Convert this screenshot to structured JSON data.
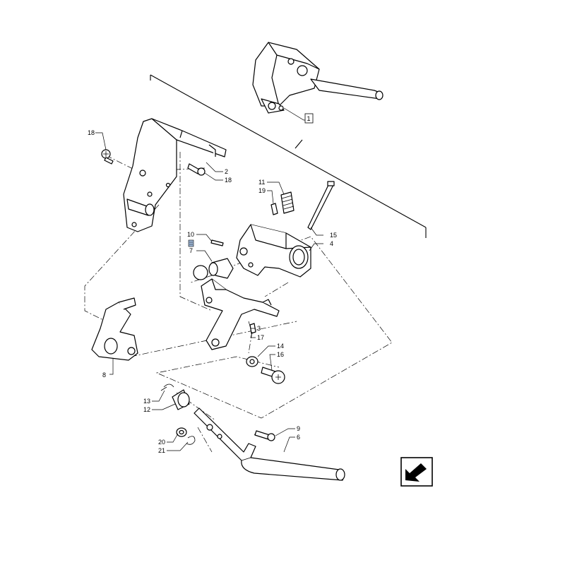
{
  "diagram": {
    "callouts": [
      {
        "id": "c1",
        "text": "1",
        "boxed": true
      },
      {
        "id": "c2",
        "text": "2"
      },
      {
        "id": "c3",
        "text": "3"
      },
      {
        "id": "c4",
        "text": "4"
      },
      {
        "id": "c6",
        "text": "6"
      },
      {
        "id": "c7",
        "text": "7"
      },
      {
        "id": "c8",
        "text": "8"
      },
      {
        "id": "c9",
        "text": "9"
      },
      {
        "id": "c10",
        "text": "10"
      },
      {
        "id": "c11",
        "text": "11"
      },
      {
        "id": "c12",
        "text": "12"
      },
      {
        "id": "c13",
        "text": "13"
      },
      {
        "id": "c14",
        "text": "14"
      },
      {
        "id": "c15",
        "text": "15"
      },
      {
        "id": "c16",
        "text": "16"
      },
      {
        "id": "c17",
        "text": "17"
      },
      {
        "id": "c18a",
        "text": "18"
      },
      {
        "id": "c18b",
        "text": "18"
      },
      {
        "id": "c19",
        "text": "19"
      },
      {
        "id": "c20",
        "text": "20"
      },
      {
        "id": "c21",
        "text": "21"
      }
    ],
    "icons": {
      "corner": "exploded-view-arrow-icon",
      "marker": "small-part-marker-icon"
    }
  }
}
